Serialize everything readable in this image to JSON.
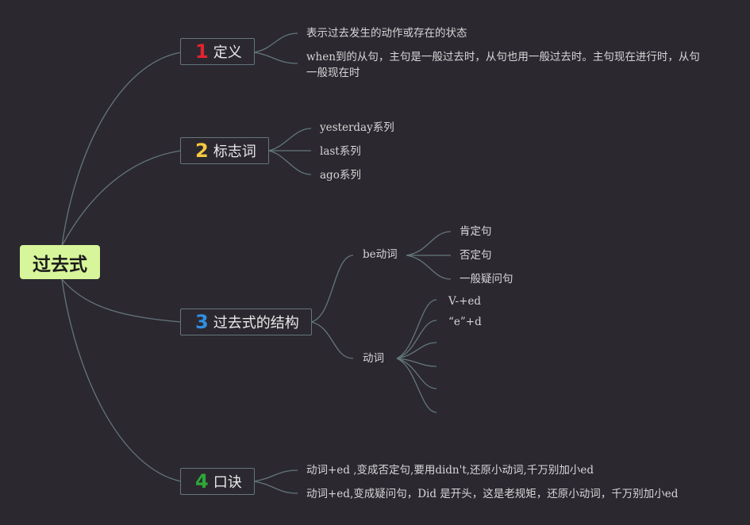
{
  "root": {
    "label": "过去式",
    "color": "#d7f59a"
  },
  "branches": [
    {
      "number": "1",
      "label": "定义",
      "number_color": "#e0242f",
      "children": [
        "表示过去发生的动作或存在的状态",
        "when到的从句，主句是一般过去时，从句也用一般过去时。主句现在进行时，从句一般现在时"
      ]
    },
    {
      "number": "2",
      "label": "标志词",
      "number_color": "#f5c840",
      "children": [
        "yesterday系列",
        "last系列",
        "ago系列"
      ]
    },
    {
      "number": "3",
      "label": "过去式的结构",
      "number_color": "#2f8fe0",
      "children": [
        {
          "label": "be动词",
          "children": [
            "肯定句",
            "否定句",
            "一般疑问句"
          ]
        },
        {
          "label": "动词",
          "children": [
            "V-+ed",
            "“e”+d",
            "",
            "",
            "",
            ""
          ]
        }
      ]
    },
    {
      "number": "4",
      "label": "口诀",
      "number_color": "#2ea83a",
      "children": [
        "动词+ed ,变成否定句,要用didn't,还原小动词,千万别加小ed",
        "动词+ed,变成疑问句，Did 是开头，这是老规矩，还原小动词，千万别加小ed"
      ]
    }
  ],
  "link_color": "#62777a"
}
